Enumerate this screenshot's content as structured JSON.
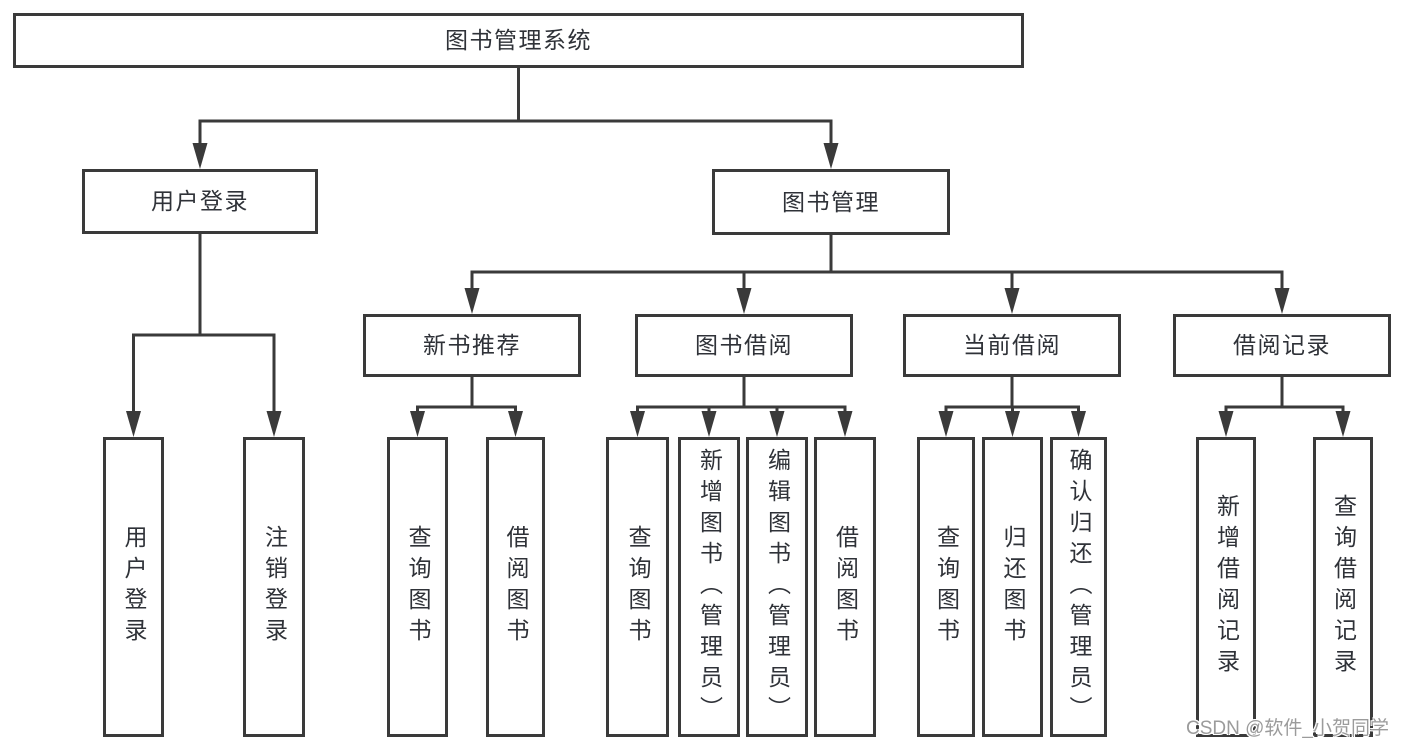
{
  "tree": {
    "label": "图书管理系统",
    "children": [
      {
        "label": "用户登录",
        "children": [
          {
            "label": "用户登录"
          },
          {
            "label": "注销登录"
          }
        ]
      },
      {
        "label": "图书管理",
        "children": [
          {
            "label": "新书推荐",
            "children": [
              {
                "label": "查询图书"
              },
              {
                "label": "借阅图书"
              }
            ]
          },
          {
            "label": "图书借阅",
            "children": [
              {
                "label": "查询图书"
              },
              {
                "label": "新增图书（管理员）"
              },
              {
                "label": "编辑图书（管理员）"
              },
              {
                "label": "借阅图书"
              }
            ]
          },
          {
            "label": "当前借阅",
            "children": [
              {
                "label": "查询图书"
              },
              {
                "label": "归还图书"
              },
              {
                "label": "确认归还（管理员）"
              }
            ]
          },
          {
            "label": "借阅记录",
            "children": [
              {
                "label": "新增借阅记录"
              },
              {
                "label": "查询借阅记录"
              }
            ]
          }
        ]
      }
    ]
  },
  "watermark": {
    "text": "CSDN @软件_小贺同学"
  },
  "colors": {
    "line": "#3a3a3a",
    "box_border": "#3a3a3a",
    "text": "#2f3238",
    "watermark": "#9b9b9b",
    "background": "#ffffff"
  }
}
